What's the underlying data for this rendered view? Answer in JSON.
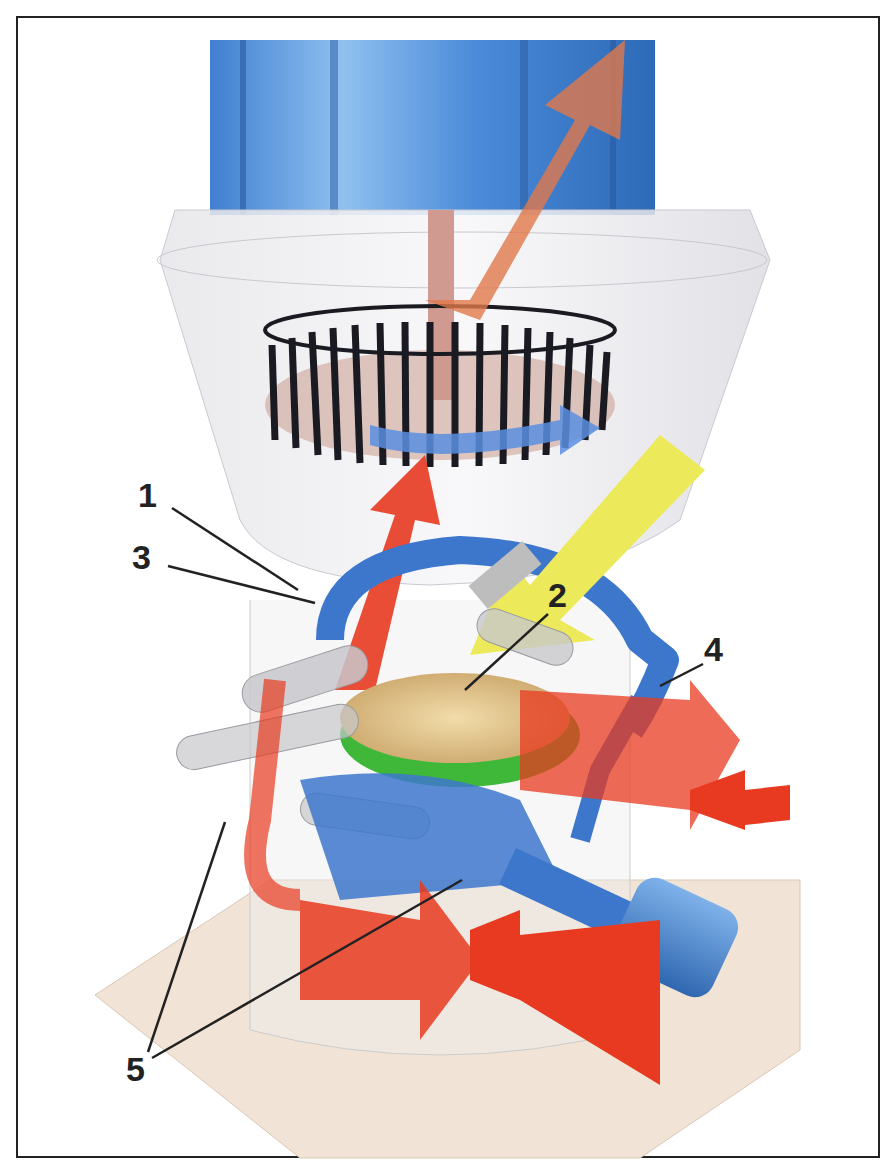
{
  "diagram": {
    "labels": [
      "1",
      "3",
      "2",
      "4",
      "5"
    ]
  }
}
